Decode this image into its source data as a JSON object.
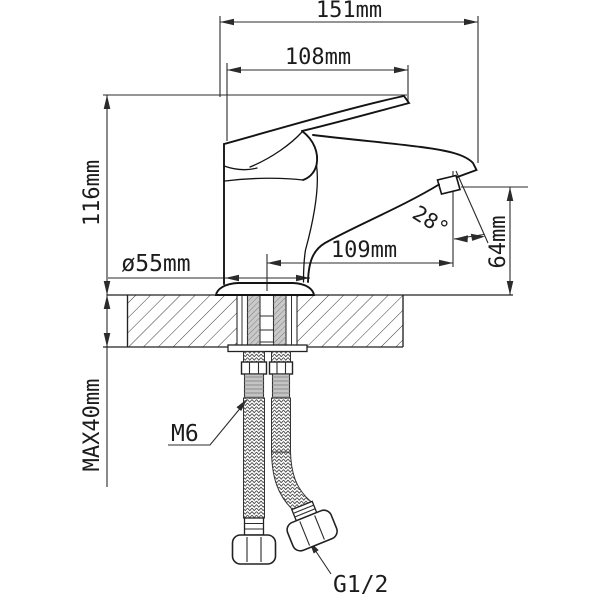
{
  "drawing": {
    "type": "faucet installation technical drawing",
    "background": "#ffffff",
    "line_color": "#1f1f1f",
    "metal_fill": "#c6c6c6",
    "dims": {
      "overall_width": "151mm",
      "handle_reach": "108mm",
      "body_height": "116mm",
      "base_diameter": "ø55mm",
      "spout_reach": "109mm",
      "spout_angle": "28°",
      "spout_outlet_height": "64mm",
      "max_mount_thickness": "MAX40mm"
    },
    "labels": {
      "mounting_stud": "M6",
      "hose_connection": "G1/2"
    }
  }
}
